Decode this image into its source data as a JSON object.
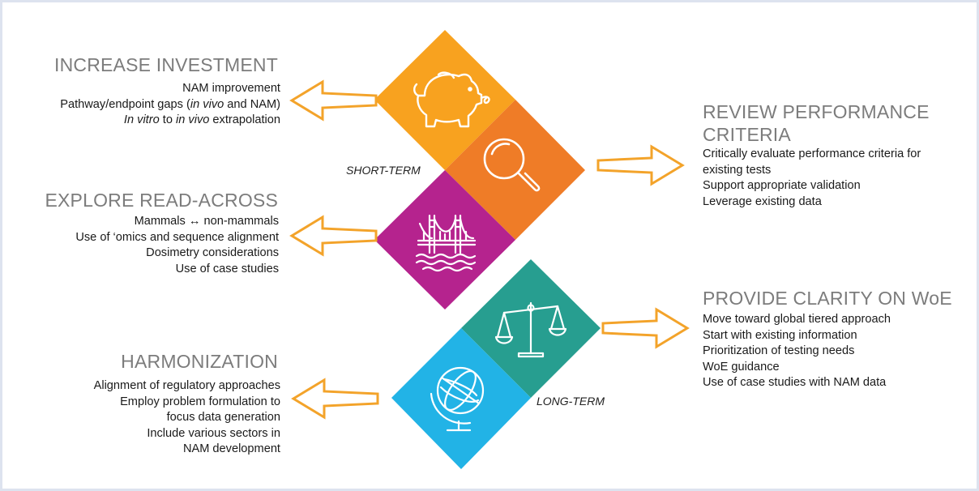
{
  "colors": {
    "arrow": "#f3a32a",
    "piggy": "#f8a21f",
    "magnifier": "#ef7c27",
    "bridge": "#b5238e",
    "scale": "#279e90",
    "globe": "#22b3e6",
    "heading": "#7c7c7c"
  },
  "icons": [
    "piggy-bank-icon",
    "magnifier-icon",
    "bridge-icon",
    "balance-scale-icon",
    "globe-icon"
  ],
  "terms": {
    "short": "SHORT-TERM",
    "long": "LONG-TERM"
  },
  "investment": {
    "heading": "INCREASE INVESTMENT",
    "items": [
      {
        "html": "NAM improvement"
      },
      {
        "html": "Pathway/endpoint gaps (<i>in vivo</i> and NAM)"
      },
      {
        "html": "<i>In vitro</i> to <i>in vivo</i> extrapolation"
      }
    ]
  },
  "readacross": {
    "heading": "EXPLORE READ-ACROSS",
    "items": [
      {
        "html": "Mammals ↔ non-mammals"
      },
      {
        "html": "Use of ‘omics and sequence alignment"
      },
      {
        "html": "Dosimetry considerations"
      },
      {
        "html": "Use of case studies"
      }
    ]
  },
  "harmonization": {
    "heading": "HARMONIZATION",
    "items": [
      {
        "html": "Alignment of regulatory approaches"
      },
      {
        "html": "Employ problem formulation to"
      },
      {
        "html": "focus data generation"
      },
      {
        "html": "Include various sectors in"
      },
      {
        "html": "NAM development"
      }
    ]
  },
  "performance": {
    "heading_line1": "REVIEW PERFORMANCE",
    "heading_line2": "CRITERIA",
    "items": [
      {
        "html": "Critically evaluate performance criteria for"
      },
      {
        "html": "existing tests"
      },
      {
        "html": "Support appropriate validation"
      },
      {
        "html": "Leverage existing data"
      }
    ]
  },
  "woe": {
    "heading": "PROVIDE CLARITY ON WoE",
    "items": [
      {
        "html": "Move toward global tiered approach"
      },
      {
        "html": "Start with existing information"
      },
      {
        "html": "Prioritization of testing needs"
      },
      {
        "html": "WoE guidance"
      },
      {
        "html": "Use of case studies with NAM data"
      }
    ]
  }
}
